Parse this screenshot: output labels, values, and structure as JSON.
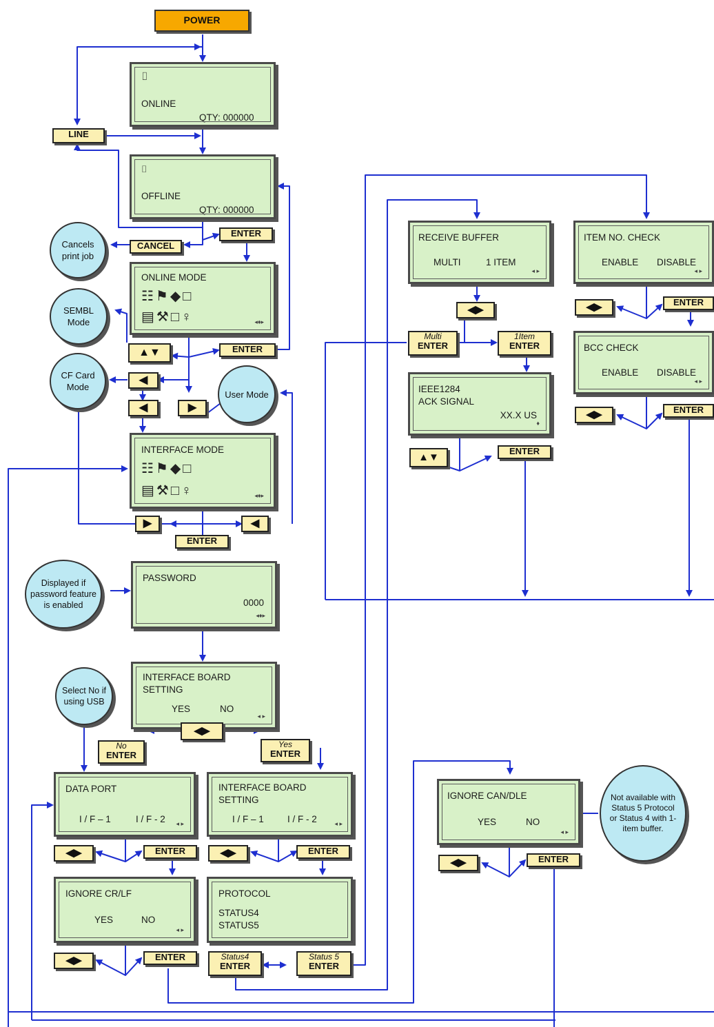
{
  "power": "POWER",
  "screens": {
    "online": {
      "line1": "ONLINE",
      "line2": "QTY:  000000"
    },
    "offline": {
      "line1": "OFFLINE",
      "line2": "QTY:  000000"
    },
    "online_mode": {
      "title": "ONLINE MODE",
      "arrows": "◂♦▸"
    },
    "interface_mode": {
      "title": "INTERFACE MODE",
      "arrows": "◂♦▸"
    },
    "password": {
      "title": "PASSWORD",
      "value": "0000",
      "arrows": "◂♦▸"
    },
    "interface_board": {
      "title1": "INTERFACE BOARD",
      "title2": "SETTING",
      "opt1": "YES",
      "opt2": "NO",
      "arrows": "◂ ▸"
    },
    "data_port": {
      "title": "DATA PORT",
      "opt1": "I / F – 1",
      "opt2": "I / F - 2",
      "arrows": "◂ ▸"
    },
    "interface_board_2": {
      "title1": "INTERFACE BOARD",
      "title2": "SETTING",
      "opt1": "I / F – 1",
      "opt2": "I / F - 2",
      "arrows": "◂ ▸"
    },
    "ignore_crlf": {
      "title": "IGNORE  CR/LF",
      "opt1": "YES",
      "opt2": "NO",
      "arrows": "◂ ▸"
    },
    "protocol": {
      "title": "PROTOCOL",
      "opt1": "STATUS4",
      "opt2": "STATUS5"
    },
    "receive_buffer": {
      "title": "RECEIVE BUFFER",
      "opt1": "MULTI",
      "opt2": "1 ITEM",
      "arrows": "◂ ▸"
    },
    "ieee1284": {
      "line1": "IEEE1284",
      "line2": "ACK SIGNAL",
      "value": "XX.X US",
      "arrows": "♦"
    },
    "item_no_check": {
      "title": "ITEM NO. CHECK",
      "opt1": "ENABLE",
      "opt2": "DISABLE",
      "arrows": "◂ ▸"
    },
    "bcc_check": {
      "title": "BCC CHECK",
      "opt1": "ENABLE",
      "opt2": "DISABLE",
      "arrows": "◂ ▸"
    },
    "ignore_candle": {
      "title": "IGNORE  CAN/DLE",
      "opt1": "YES",
      "opt2": "NO",
      "arrows": "◂ ▸"
    }
  },
  "keys": {
    "line": "LINE",
    "enter": "ENTER",
    "cancel": "CANCEL",
    "left_right": "◀▶",
    "up_down": "▲▼",
    "left": "◀",
    "right": "▶",
    "multi": "Multi",
    "one_item": "1Item",
    "no": "No",
    "yes": "Yes",
    "status4": "Status4",
    "status5": "Status 5"
  },
  "circles": {
    "cancels": "Cancels print job",
    "sembl": "SEMBL Mode",
    "cf_card": "CF Card Mode",
    "user": "User Mode",
    "password_note": "Displayed if password feature is enabled",
    "select_no_usb": "Select No if using USB",
    "not_available": "Not available with Status 5 Protocol or Status 4 with 1-item buffer."
  },
  "colors": {
    "lcd": "#d8f1c8",
    "key": "#fbf0b3",
    "circle": "#bde9f3",
    "power": "#f7a800",
    "connector": "#1e2fd0"
  }
}
